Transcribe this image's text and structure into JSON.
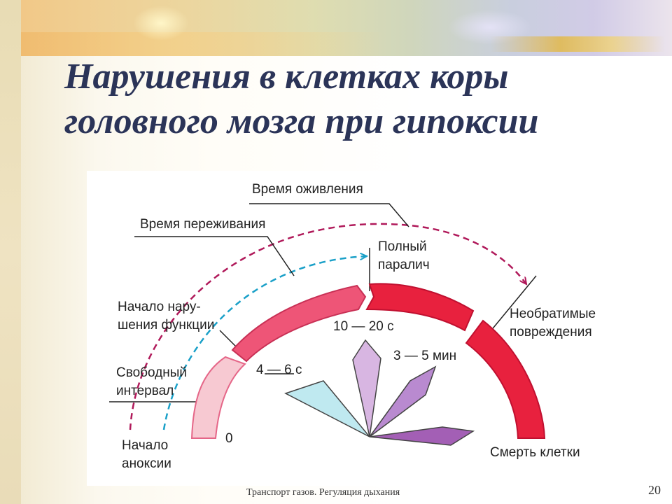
{
  "title_line1": "Нарушения в клетках коры",
  "title_line2": "головного мозга при гипоксии",
  "diagram": {
    "labels": {
      "revival_time": "Время оживления",
      "survival_time": "Время переживания",
      "full_paralysis_1": "Полный",
      "full_paralysis_2": "паралич",
      "dysfunction_1": "Начало нару-",
      "dysfunction_2": "шения функции",
      "irreversible_1": "Необратимые",
      "irreversible_2": "повреждения",
      "time_10_20": "10 — 20 с",
      "time_3_5": "3 — 5 мин",
      "time_4_6": "4 — 6 с",
      "free_interval_1": "Свободный",
      "free_interval_2": "интервал",
      "zero": "0",
      "anoxia_1": "Начало",
      "anoxia_2": "аноксии",
      "cell_death": "Смерть клетки"
    },
    "colors": {
      "segment1": "#f7c9d2",
      "segment2": "#ee5577",
      "segment3": "#e8213e",
      "segment4": "#e8213e",
      "revival_arrow": "#b0195a",
      "survival_arrow": "#1aa0c8",
      "petal_cyan": "#bfe9f0",
      "petal_lilac": "#d8b6e2",
      "petal_violet": "#b98ad0",
      "petal_purple": "#a35fb5"
    }
  },
  "footer": {
    "text": "Транспорт газов. Регуляция дыхания",
    "page": "20"
  }
}
